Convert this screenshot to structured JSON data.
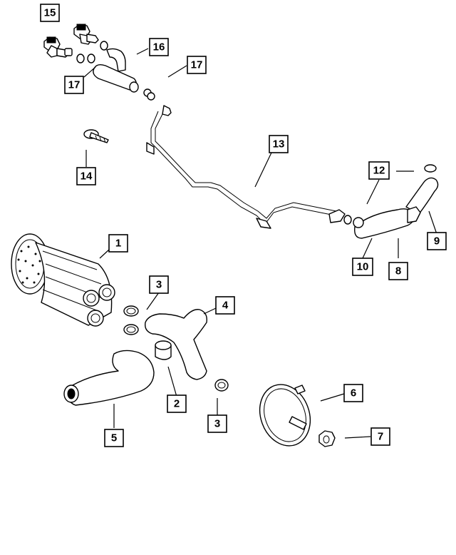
{
  "callouts": [
    {
      "id": "c15",
      "label": "15"
    },
    {
      "id": "c16",
      "label": "16"
    },
    {
      "id": "c17a",
      "label": "17"
    },
    {
      "id": "c17b",
      "label": "17"
    },
    {
      "id": "c14",
      "label": "14"
    },
    {
      "id": "c13",
      "label": "13"
    },
    {
      "id": "c12",
      "label": "12"
    },
    {
      "id": "c9",
      "label": "9"
    },
    {
      "id": "c10",
      "label": "10"
    },
    {
      "id": "c8",
      "label": "8"
    },
    {
      "id": "c1",
      "label": "1"
    },
    {
      "id": "c3a",
      "label": "3"
    },
    {
      "id": "c4",
      "label": "4"
    },
    {
      "id": "c2",
      "label": "2"
    },
    {
      "id": "c3b",
      "label": "3"
    },
    {
      "id": "c5",
      "label": "5"
    },
    {
      "id": "c6",
      "label": "6"
    },
    {
      "id": "c7",
      "label": "7"
    }
  ]
}
